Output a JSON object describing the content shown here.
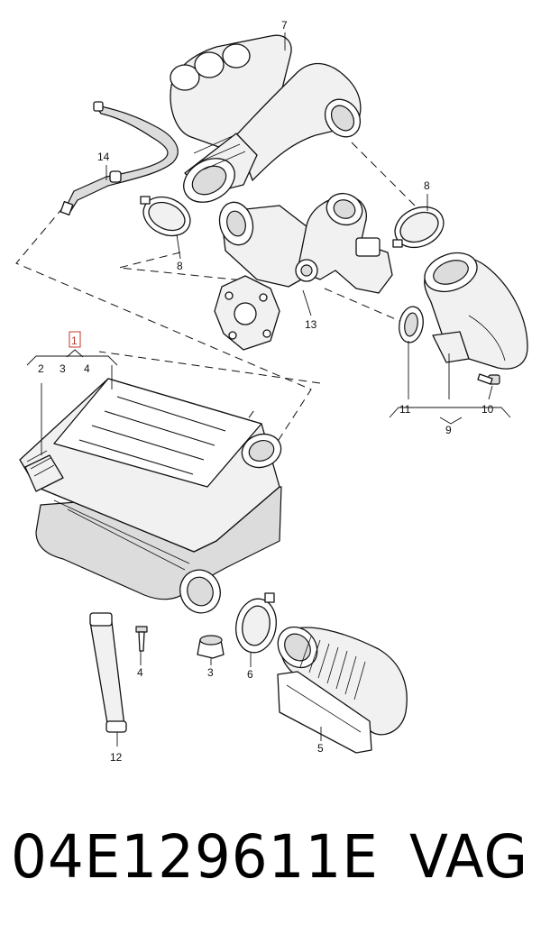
{
  "diagram": {
    "callouts": {
      "p1": "1",
      "p2": "2",
      "p3a": "3",
      "p4a": "4",
      "p3b": "3",
      "p4b": "4",
      "p5": "5",
      "p6": "6",
      "p7": "7",
      "p8a": "8",
      "p8b": "8",
      "p9": "9",
      "p10": "10",
      "p11": "11",
      "p12": "12",
      "p13": "13",
      "p14": "14"
    },
    "highlight_color": "#c0392b"
  },
  "caption": {
    "part_number": "04E129611E",
    "manufacturer": "VAG"
  }
}
